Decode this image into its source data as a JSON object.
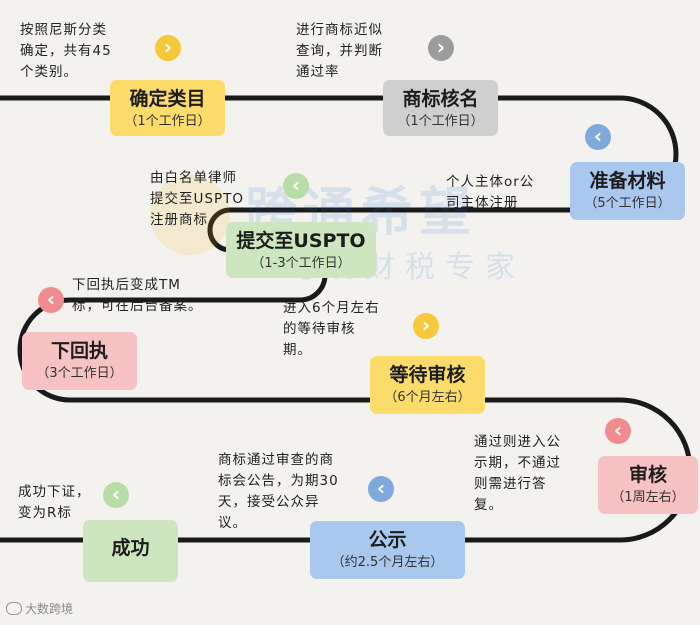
{
  "steps": [
    {
      "title": "确定类目",
      "duration": "（1个工作日）",
      "note": [
        "按照尼斯分类",
        "确定，共有45",
        "个类别。"
      ]
    },
    {
      "title": "商标核名",
      "duration": "（1个工作日）",
      "note": [
        "进行商标近似",
        "查询，并判断",
        "通过率"
      ]
    },
    {
      "title": "准备材料",
      "duration": "（5个工作日）",
      "note": [
        "个人主体or公",
        "司主体注册"
      ]
    },
    {
      "title": "提交至USPTO",
      "duration": "（1-3个工作日）",
      "note": [
        "由白名单律师",
        "提交至USPTO",
        "注册商标"
      ]
    },
    {
      "title": "下回执",
      "duration": "（3个工作日）",
      "note": [
        "下回执后变成TM",
        "标，可在后台备案。"
      ]
    },
    {
      "title": "等待审核",
      "duration": "（6个月左右）",
      "note": [
        "进入6个月左右",
        "的等待审核",
        "期。"
      ]
    },
    {
      "title": "审核",
      "duration": "（1周左右）",
      "note": [
        "通过则进入公",
        "示期，不通过",
        "则需进行答",
        "复。"
      ]
    },
    {
      "title": "公示",
      "duration": "（约2.5个月左右）",
      "note": [
        "商标通过审查的商",
        "标会公告，为期30",
        "天，接受公众异",
        "议。"
      ]
    },
    {
      "title": "成功",
      "duration": "",
      "note": [
        "成功下证，",
        "变为R标"
      ]
    }
  ],
  "icons": {
    "right": "chevron-right-icon",
    "left": "chevron-left-icon"
  },
  "colors": {
    "yellow": "#fbdc6a",
    "gray": "#cfcfcf",
    "blue": "#a9c8ee",
    "green": "#cde6bf",
    "pink": "#f6c2c3",
    "road": "#1a1a1a"
  },
  "watermark": {
    "main": "跨通希望",
    "sub": "跨境财税专家"
  },
  "footer": "大数跨境"
}
